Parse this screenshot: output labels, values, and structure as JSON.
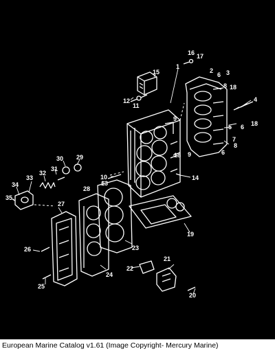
{
  "diagram": {
    "part_labels": [
      "1",
      "2",
      "3",
      "4",
      "5",
      "6",
      "7",
      "8",
      "9",
      "10",
      "11",
      "12",
      "13",
      "14",
      "15",
      "16",
      "17",
      "18",
      "19",
      "20",
      "21",
      "22",
      "23",
      "24",
      "25",
      "26",
      "27",
      "28",
      "29",
      "30",
      "31",
      "32",
      "33",
      "34",
      "35"
    ],
    "extra_labels": {
      "label_6b": "6",
      "label_8b": "8",
      "label_9b": "9",
      "label_18b": "18",
      "label_18c": "18",
      "label_6c": "6"
    }
  },
  "caption": "European Marine Catalog v1.61 (Image Copyright- Mercury Marine)",
  "colors": {
    "background": "#000000",
    "lines": "#ffffff",
    "footer_bg": "#ffffff",
    "footer_text": "#000000"
  }
}
